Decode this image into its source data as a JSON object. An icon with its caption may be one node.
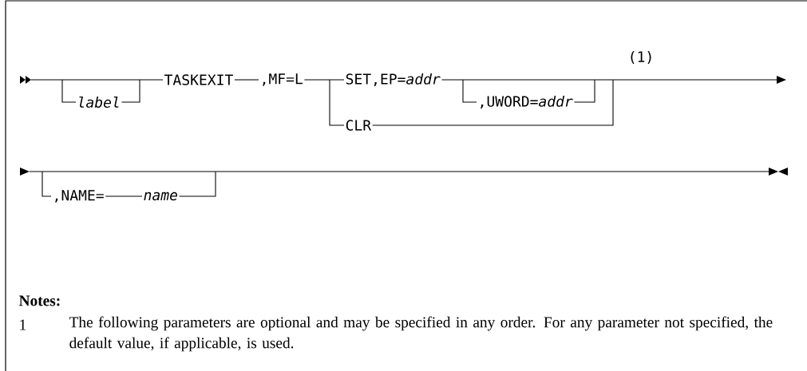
{
  "diagram": {
    "labels": [
      "label",
      "TASKEXIT",
      ",MF=L",
      "SET,EP=*addr*",
      ",UWORD=*addr*",
      "CLR",
      "(1)",
      ",NAME=",
      "name",
      "Notes:",
      "1",
      "The following parameters are optional and may be specified in any order. For any parameter not specified, the default value, if applicable, is used."
    ]
  }
}
